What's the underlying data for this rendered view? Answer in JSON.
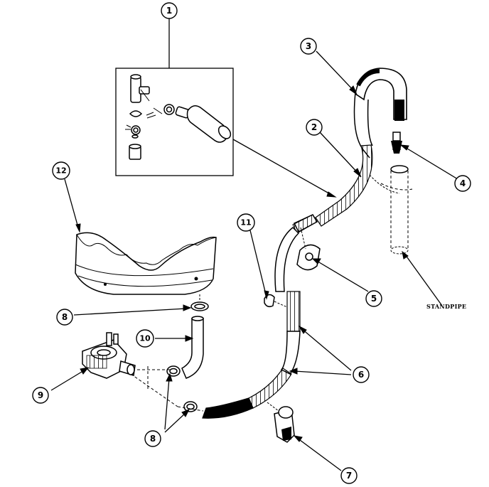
{
  "diagram": {
    "callouts": [
      {
        "id": "c1",
        "label": "1"
      },
      {
        "id": "c2",
        "label": "2"
      },
      {
        "id": "c3",
        "label": "3"
      },
      {
        "id": "c4",
        "label": "4"
      },
      {
        "id": "c5",
        "label": "5"
      },
      {
        "id": "c6",
        "label": "6"
      },
      {
        "id": "c7",
        "label": "7"
      },
      {
        "id": "c8a",
        "label": "8"
      },
      {
        "id": "c8b",
        "label": "8"
      },
      {
        "id": "c9",
        "label": "9"
      },
      {
        "id": "c10",
        "label": "10"
      },
      {
        "id": "c11",
        "label": "11"
      },
      {
        "id": "c12",
        "label": "12"
      }
    ],
    "standpipe_label": "STANDPIPE",
    "colors": {
      "ink": "#000000",
      "paper": "#ffffff"
    }
  }
}
